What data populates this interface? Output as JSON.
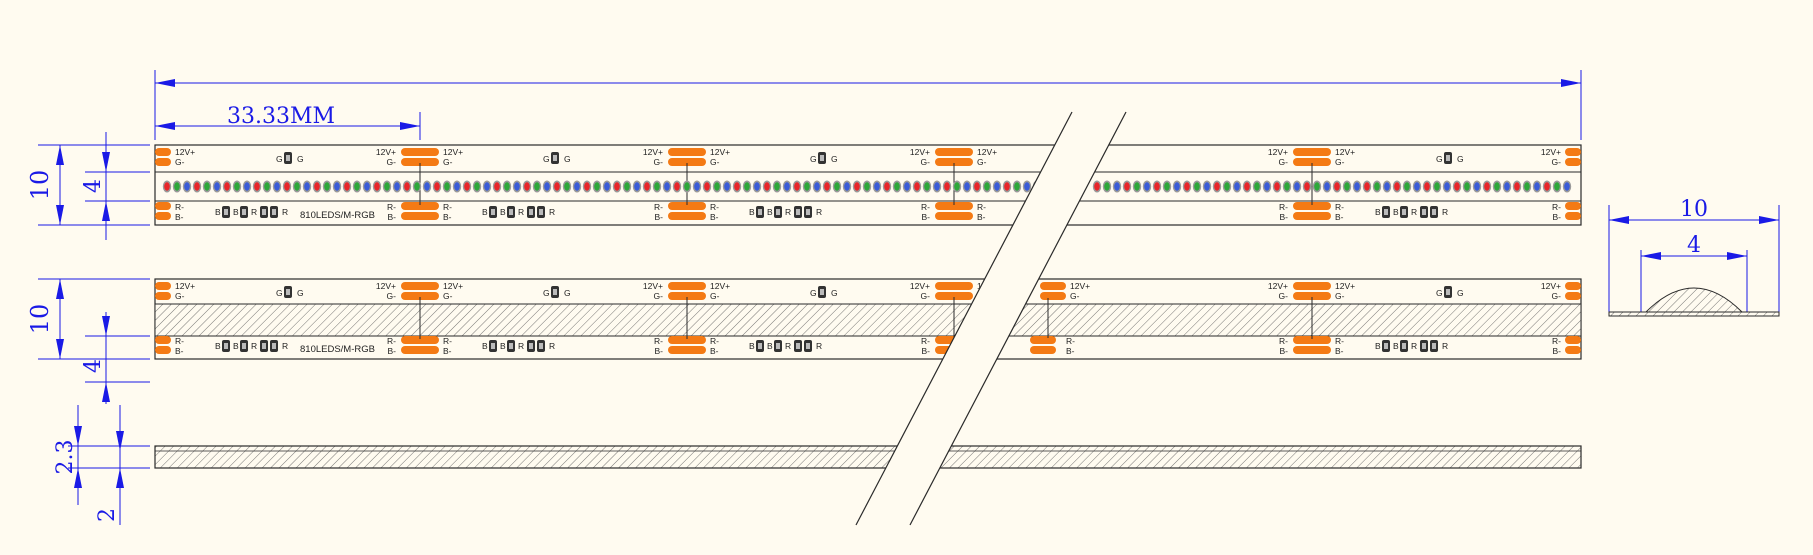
{
  "colors": {
    "background": "#fffbf0",
    "outline": "#2a2a2a",
    "dimension": "#1a1ae6",
    "pad": "#f47a14",
    "led_red": "#e8262a",
    "led_green": "#2ea83a",
    "led_blue": "#3a5cd8",
    "led_body": "#9a9a9a",
    "dark_chip": "#333333"
  },
  "dims": {
    "total_length": "",
    "pitch": "33.33MM",
    "strip_width": "10",
    "led_row": "4",
    "strip_width_2": "10",
    "led_row_2": "4",
    "pcb_thickness": "2.3",
    "base_thickness": "2",
    "profile_width": "10",
    "profile_dome": "4"
  },
  "labels": {
    "pos": "12V+",
    "g": "G-",
    "r": "R-",
    "b": "B-",
    "ic_g": "G",
    "ic_b": "B",
    "ic_r": "R",
    "model": "810LEDS/M-RGB"
  },
  "icons": {
    "break_mark": "diagonal-break-lines",
    "arrow": "dimension-arrowhead"
  }
}
